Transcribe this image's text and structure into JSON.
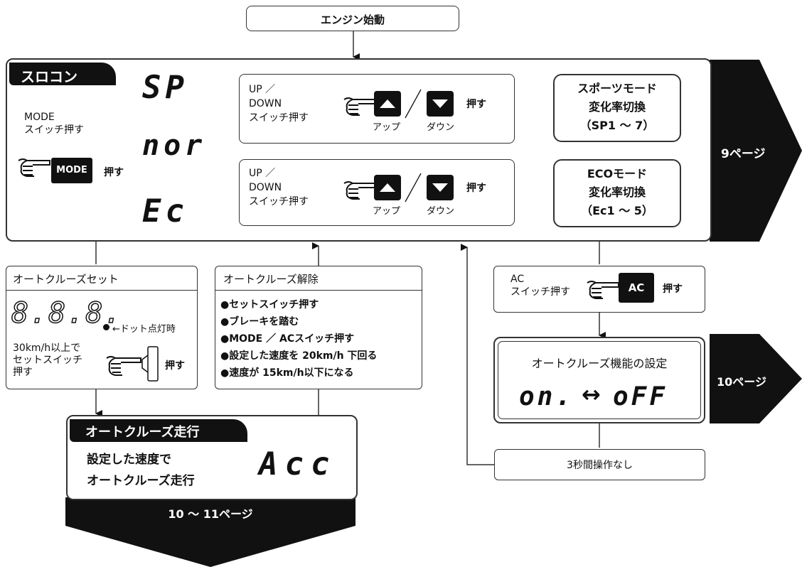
{
  "start": {
    "label": "エンジン始動"
  },
  "panel": {
    "tab": "スロコン",
    "mode_instruction": "MODE\nスイッチ押す",
    "mode_key": "MODE",
    "mode_push": "押す",
    "seg_sp": "SP",
    "seg_nor": "nor",
    "seg_ec": "Ec",
    "row1": {
      "text": "UP ／\nDOWN\nスイッチ押す",
      "up": "アップ",
      "down": "ダウン",
      "push": "押す",
      "result": "スポーツモード\n変化率切換\n（SP1 ～ 7）"
    },
    "row2": {
      "text": "UP ／\nDOWN\nスイッチ押す",
      "up": "アップ",
      "down": "ダウン",
      "push": "押す",
      "result": "ECOモード\n変化率切換\n（Ec1 ～ 5）"
    }
  },
  "page9": "9ページ",
  "set_box": {
    "title": "オートクルーズセット",
    "seg": "8.8.8.",
    "dot_note": "←ドット点灯時",
    "instruction": "30km/h以上で\nセットスイッチ\n押す",
    "push": "押す"
  },
  "cancel_box": {
    "title": "オートクルーズ解除",
    "items": [
      "●セットスイッチ押す",
      "●ブレーキを踏む",
      "●MODE ／ ACスイッチ押す",
      "●設定した速度を 20km/h 下回る",
      "●速度が 15km/h以下になる"
    ]
  },
  "run_box": {
    "tab": "オートクルーズ走行",
    "text": "設定した速度で\nオートクルーズ走行",
    "seg": "Acc"
  },
  "page10_11": "10 ～ 11ページ",
  "ac_box": {
    "text": "AC\nスイッチ押す",
    "key": "AC",
    "push": "押す"
  },
  "setting_box": {
    "title": "オートクルーズ機能の設定",
    "seg_on": "on.",
    "arrow": "↔",
    "seg_off": "oFF"
  },
  "page10": "10ページ",
  "timeout": {
    "label": "3秒間操作なし"
  },
  "colors": {
    "ink": "#111111",
    "line": "#333333"
  }
}
